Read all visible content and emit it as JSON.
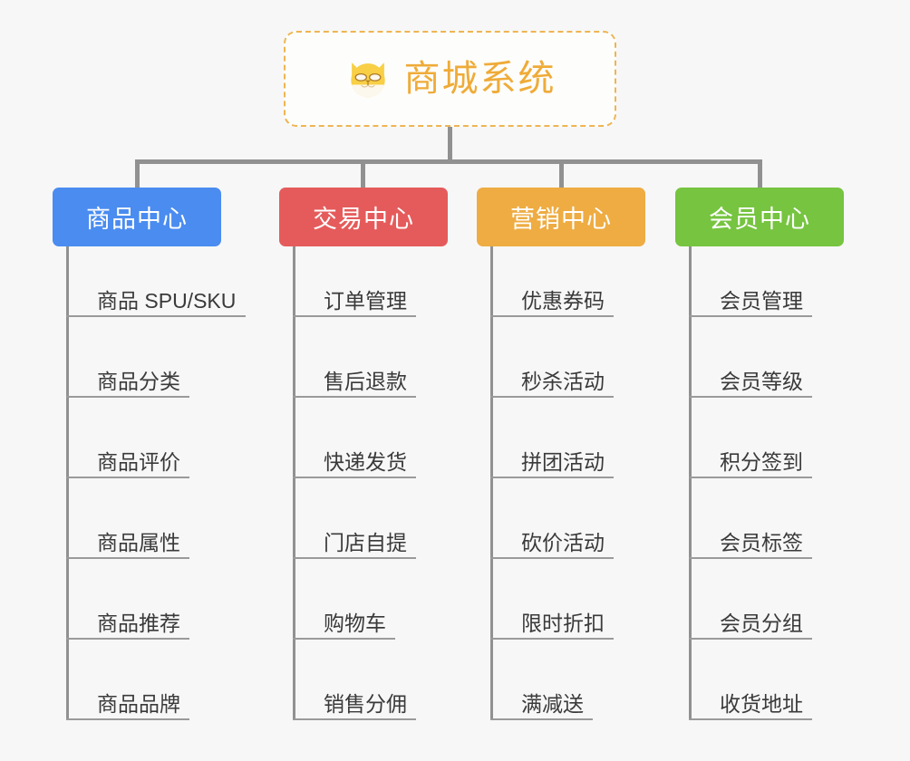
{
  "diagram": {
    "title": "商城系统",
    "root": {
      "label": "商城系统",
      "icon": "shiba-dog-icon",
      "border_color": "#eeb552",
      "text_color": "#efab38",
      "background": "#fdfdfb"
    },
    "background_color": "#f7f7f7",
    "connector_color": "#919191",
    "leaf_text_color": "#3a3a3a",
    "leaf_rule_color": "#9a9a9a",
    "categories": [
      {
        "label": "商品中心",
        "color": "#4a8cf0",
        "items": [
          {
            "label": "商品 SPU/SKU"
          },
          {
            "label": "商品分类"
          },
          {
            "label": "商品评价"
          },
          {
            "label": "商品属性"
          },
          {
            "label": "商品推荐"
          },
          {
            "label": "商品品牌"
          }
        ]
      },
      {
        "label": "交易中心",
        "color": "#e55b5b",
        "items": [
          {
            "label": "订单管理"
          },
          {
            "label": "售后退款"
          },
          {
            "label": "快递发货"
          },
          {
            "label": "门店自提"
          },
          {
            "label": "购物车"
          },
          {
            "label": "销售分佣"
          }
        ]
      },
      {
        "label": "营销中心",
        "color": "#eeac42",
        "items": [
          {
            "label": "优惠券码"
          },
          {
            "label": "秒杀活动"
          },
          {
            "label": "拼团活动"
          },
          {
            "label": "砍价活动"
          },
          {
            "label": "限时折扣"
          },
          {
            "label": "满减送"
          }
        ]
      },
      {
        "label": "会员中心",
        "color": "#76c440",
        "items": [
          {
            "label": "会员管理"
          },
          {
            "label": "会员等级"
          },
          {
            "label": "积分签到"
          },
          {
            "label": "会员标签"
          },
          {
            "label": "会员分组"
          },
          {
            "label": "收货地址"
          }
        ]
      }
    ]
  }
}
